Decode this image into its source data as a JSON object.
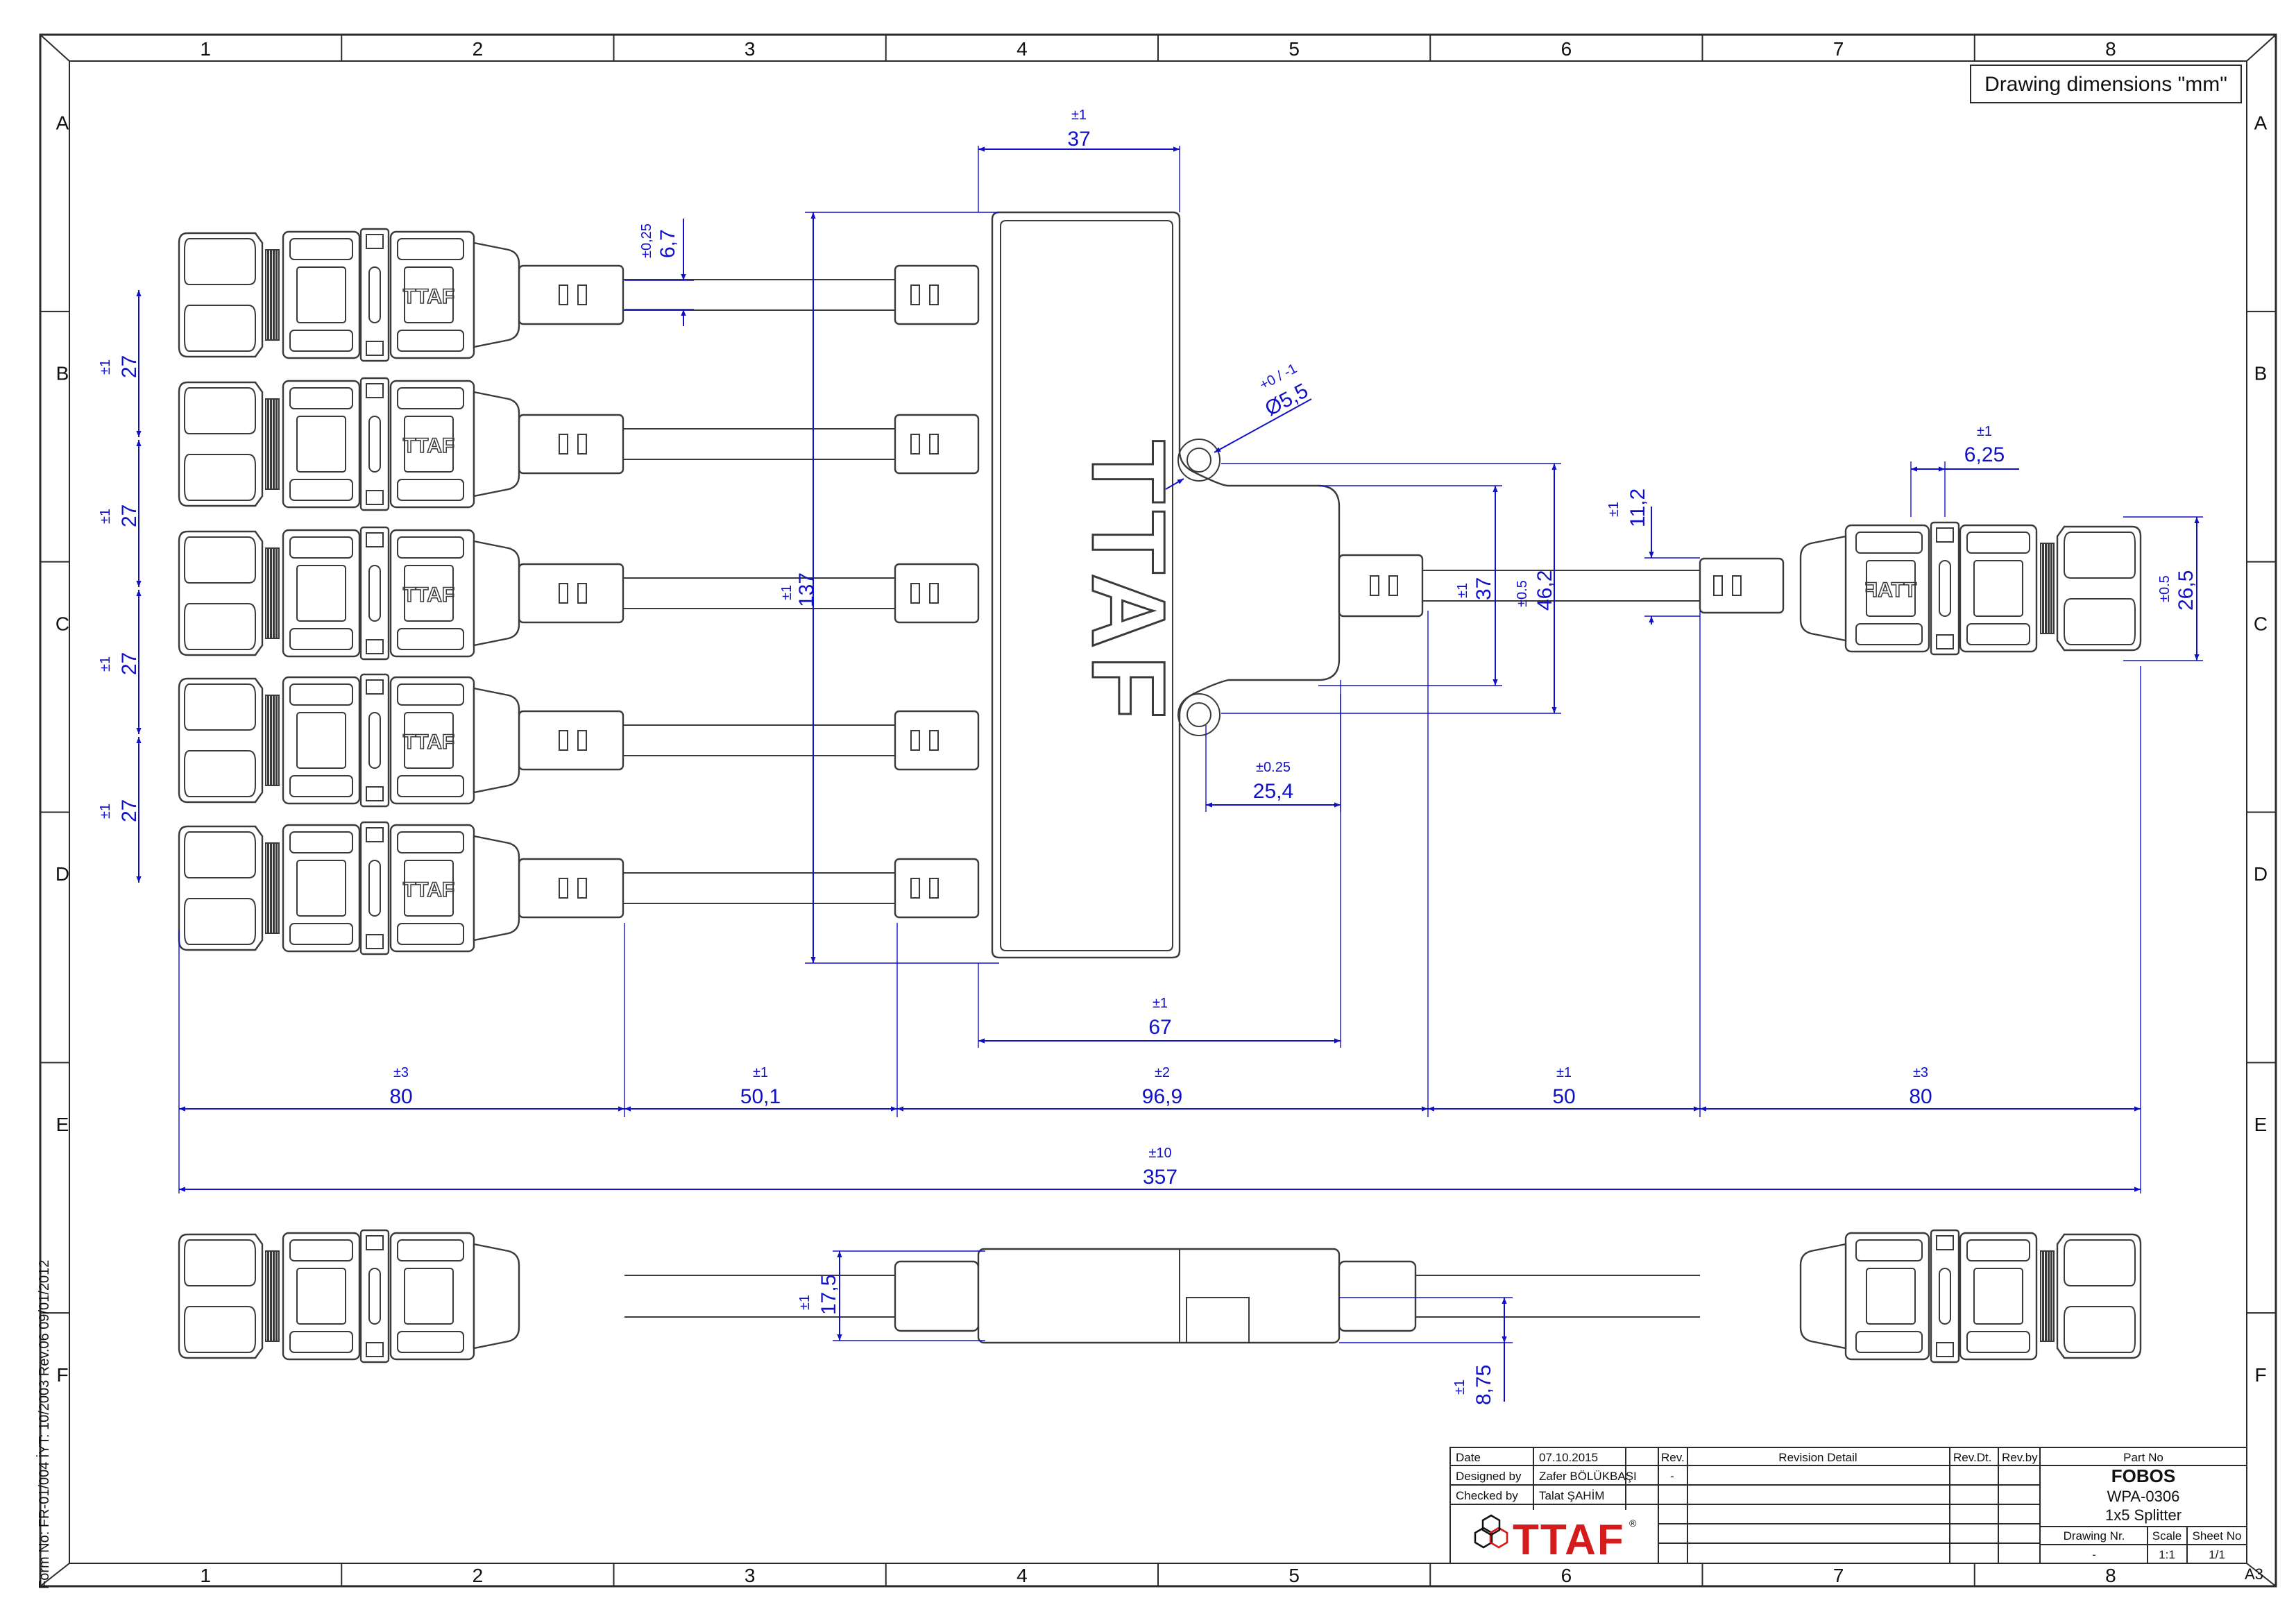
{
  "grid": {
    "columns": [
      "1",
      "2",
      "3",
      "4",
      "5",
      "6",
      "7",
      "8"
    ],
    "rows": [
      "A",
      "B",
      "C",
      "D",
      "E",
      "F"
    ]
  },
  "note": "Drawing dimensions \"mm\"",
  "form_no": "Form No: FR-01/004  İYT: 10/2003  Rev.06  09/01/2012",
  "sheet_size": "A3",
  "dimensions": {
    "d37_top": {
      "tol": "±1",
      "val": "37"
    },
    "d6_7": {
      "tol": "±0,25",
      "val": "6,7"
    },
    "d27_1": {
      "tol": "±1",
      "val": "27"
    },
    "d27_2": {
      "tol": "±1",
      "val": "27"
    },
    "d27_3": {
      "tol": "±1",
      "val": "27"
    },
    "d27_4": {
      "tol": "±1",
      "val": "27"
    },
    "d137": {
      "tol": "±1",
      "val": "137"
    },
    "d5_5": {
      "tol": "+0 / -1",
      "val": "Ø5,5"
    },
    "d11_2": {
      "tol": "±1",
      "val": "11,2"
    },
    "d37_mid": {
      "tol": "±1",
      "val": "37"
    },
    "d46_2": {
      "tol": "±0.5",
      "val": "46,2"
    },
    "d6_25": {
      "tol": "±1",
      "val": "6,25"
    },
    "d26_5": {
      "tol": "±0.5",
      "val": "26,5"
    },
    "d25_4": {
      "tol": "±0.25",
      "val": "25,4"
    },
    "d67": {
      "tol": "±1",
      "val": "67"
    },
    "d80_left": {
      "tol": "±3",
      "val": "80"
    },
    "d50_1": {
      "tol": "±1",
      "val": "50,1"
    },
    "d96_9": {
      "tol": "±2",
      "val": "96,9"
    },
    "d50": {
      "tol": "±1",
      "val": "50"
    },
    "d80_right": {
      "tol": "±3",
      "val": "80"
    },
    "d357": {
      "tol": "±10",
      "val": "357"
    },
    "d17_5": {
      "tol": "±1",
      "val": "17,5"
    },
    "d8_75": {
      "tol": "±1",
      "val": "8,75"
    }
  },
  "title_block": {
    "date_label": "Date",
    "date_value": "07.10.2015",
    "designed_label": "Designed by",
    "designed_value": "Zafer BÖLÜKBAŞI",
    "checked_label": "Checked by",
    "checked_value": "Talat ŞAHİM",
    "rev_header": "Rev.",
    "rev_value": "-",
    "revision_detail_header": "Revision Detail",
    "rev_dt_header": "Rev.Dt.",
    "rev_by_header": "Rev.by",
    "part_no_label": "Part No",
    "part_name": "FOBOS",
    "part_code": "WPA-0306",
    "part_desc": "1x5 Splitter",
    "drawing_nr_label": "Drawing Nr.",
    "drawing_nr_value": "-",
    "scale_label": "Scale",
    "scale_value": "1:1",
    "sheet_no_label": "Sheet No",
    "sheet_no_value": "1/1",
    "logo_text": "TTAF",
    "registered_mark": "®"
  },
  "body_mark": "TTAF",
  "connector_mark": "TTAF"
}
